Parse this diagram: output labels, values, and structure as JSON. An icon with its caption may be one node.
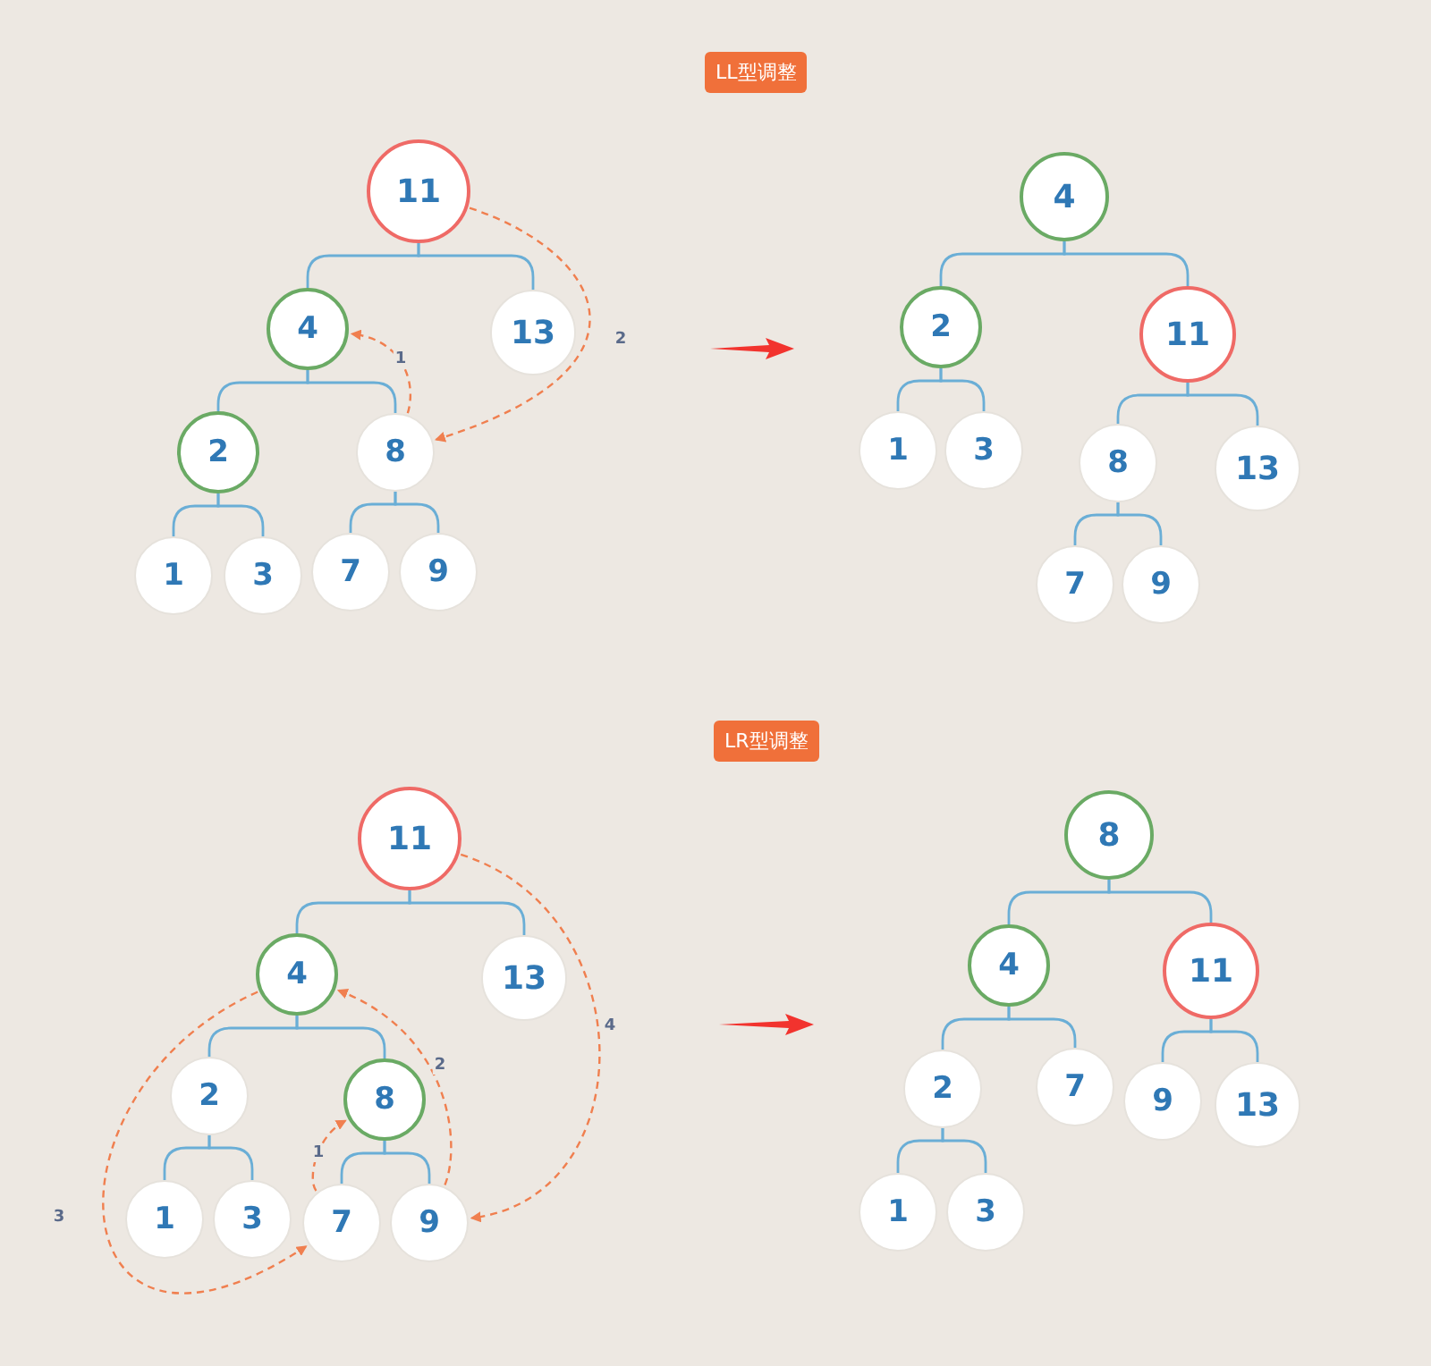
{
  "diagram": {
    "nodes": [
      {
        "text": [
          "11"
        ]
      },
      {
        "text": [
          "4"
        ]
      },
      {
        "text": [
          "13"
        ]
      },
      {
        "text": [
          "2"
        ]
      },
      {
        "text": [
          "8"
        ]
      },
      {
        "text": [
          "1"
        ]
      },
      {
        "text": [
          "3"
        ]
      },
      {
        "text": [
          "7"
        ]
      },
      {
        "text": [
          "9"
        ]
      },
      {
        "text": [
          "4"
        ]
      },
      {
        "text": [
          "2"
        ]
      },
      {
        "text": [
          "11"
        ]
      },
      {
        "text": [
          "1"
        ]
      },
      {
        "text": [
          "3"
        ]
      },
      {
        "text": [
          "8"
        ]
      },
      {
        "text": [
          "13"
        ]
      },
      {
        "text": [
          "7"
        ]
      },
      {
        "text": [
          "9"
        ]
      },
      {
        "text": [
          "11"
        ]
      },
      {
        "text": [
          "4"
        ]
      },
      {
        "text": [
          "13"
        ]
      },
      {
        "text": [
          "2"
        ]
      },
      {
        "text": [
          "8"
        ]
      },
      {
        "text": [
          "1"
        ]
      },
      {
        "text": [
          "3"
        ]
      },
      {
        "text": [
          "7"
        ]
      },
      {
        "text": [
          "9"
        ]
      },
      {
        "text": [
          "8"
        ]
      },
      {
        "text": [
          "4"
        ]
      },
      {
        "text": [
          "11"
        ]
      },
      {
        "text": [
          "2"
        ]
      },
      {
        "text": [
          "7"
        ]
      },
      {
        "text": [
          "9"
        ]
      },
      {
        "text": [
          "13"
        ]
      },
      {
        "text": [
          "1"
        ]
      },
      {
        "text": [
          "3"
        ]
      }
    ],
    "edges": [
      {
        "from": 0,
        "to": 1,
        "arrow": "none"
      },
      {
        "from": 0,
        "to": 2,
        "arrow": "none"
      },
      {
        "from": 1,
        "to": 3,
        "arrow": "none"
      },
      {
        "from": 1,
        "to": 4,
        "arrow": "none"
      },
      {
        "from": 3,
        "to": 5,
        "arrow": "none"
      },
      {
        "from": 3,
        "to": 6,
        "arrow": "none"
      },
      {
        "from": 4,
        "to": 7,
        "arrow": "none"
      },
      {
        "from": 4,
        "to": 8,
        "arrow": "none"
      },
      {
        "from": 4,
        "to": 1,
        "arrow": "to",
        "label": "1",
        "style": "dashed",
        "color": "#f07f4f"
      },
      {
        "from": 0,
        "to": 4,
        "arrow": "to",
        "label": "2",
        "style": "dashed",
        "color": "#f07f4f"
      },
      {
        "from": 9,
        "to": 10,
        "arrow": "none"
      },
      {
        "from": 9,
        "to": 11,
        "arrow": "none"
      },
      {
        "from": 10,
        "to": 12,
        "arrow": "none"
      },
      {
        "from": 10,
        "to": 13,
        "arrow": "none"
      },
      {
        "from": 11,
        "to": 14,
        "arrow": "none"
      },
      {
        "from": 11,
        "to": 15,
        "arrow": "none"
      },
      {
        "from": 14,
        "to": 16,
        "arrow": "none"
      },
      {
        "from": 14,
        "to": 17,
        "arrow": "none"
      },
      {
        "from": 18,
        "to": 19,
        "arrow": "none"
      },
      {
        "from": 18,
        "to": 20,
        "arrow": "none"
      },
      {
        "from": 19,
        "to": 21,
        "arrow": "none"
      },
      {
        "from": 19,
        "to": 22,
        "arrow": "none"
      },
      {
        "from": 21,
        "to": 23,
        "arrow": "none"
      },
      {
        "from": 21,
        "to": 24,
        "arrow": "none"
      },
      {
        "from": 22,
        "to": 25,
        "arrow": "none"
      },
      {
        "from": 22,
        "to": 26,
        "arrow": "none"
      },
      {
        "from": 25,
        "to": 22,
        "arrow": "to",
        "label": "1",
        "style": "dashed",
        "color": "#f07f4f"
      },
      {
        "from": 26,
        "to": 19,
        "arrow": "to",
        "label": "2",
        "style": "dashed",
        "color": "#f07f4f"
      },
      {
        "from": 19,
        "to": 25,
        "arrow": "to",
        "label": "3",
        "style": "dashed",
        "color": "#f07f4f"
      },
      {
        "from": 18,
        "to": 26,
        "arrow": "to",
        "label": "4",
        "style": "dashed",
        "color": "#f07f4f"
      },
      {
        "from": 27,
        "to": 28,
        "arrow": "none"
      },
      {
        "from": 27,
        "to": 29,
        "arrow": "none"
      },
      {
        "from": 28,
        "to": 30,
        "arrow": "none"
      },
      {
        "from": 28,
        "to": 31,
        "arrow": "none"
      },
      {
        "from": 29,
        "to": 32,
        "arrow": "none"
      },
      {
        "from": 29,
        "to": 33,
        "arrow": "none"
      },
      {
        "from": 30,
        "to": 34,
        "arrow": "none"
      },
      {
        "from": 30,
        "to": 35,
        "arrow": "none"
      }
    ],
    "labels": [
      "LL型调整",
      "LR型调整"
    ]
  }
}
